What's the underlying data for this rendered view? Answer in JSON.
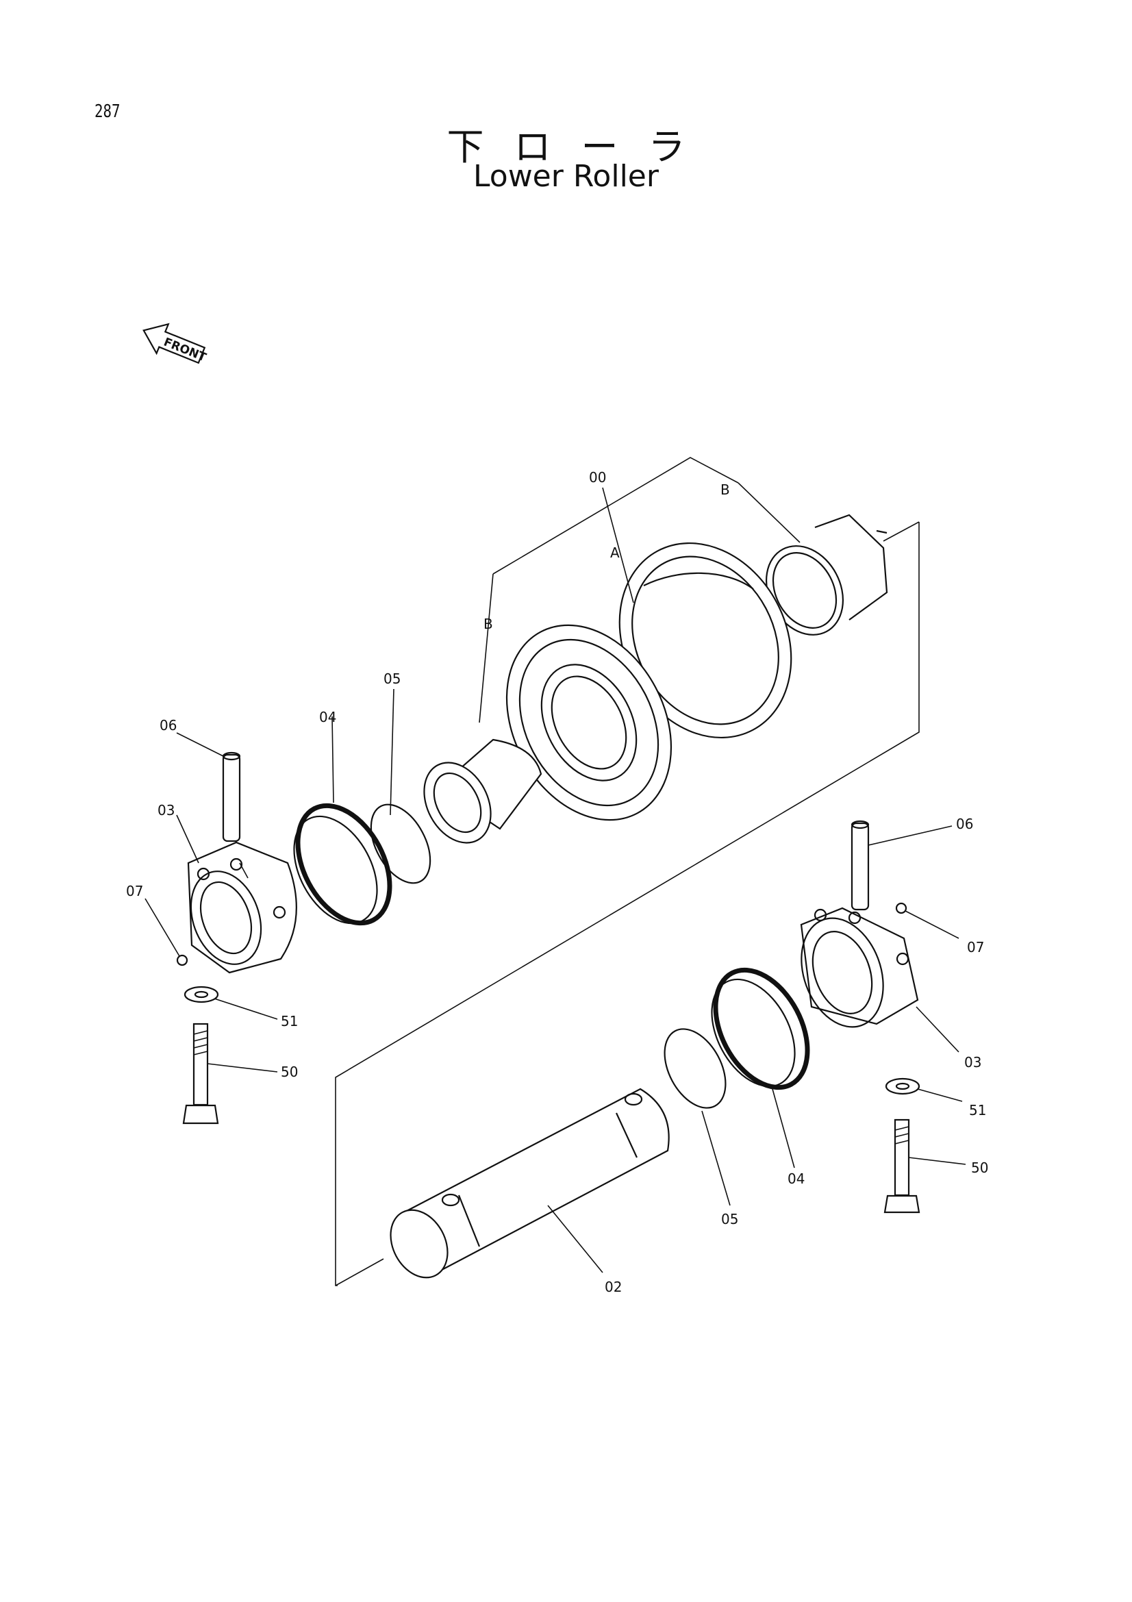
{
  "page_number": "287",
  "title_jp": "下ローラ",
  "title_en": "Lower Roller",
  "front_marker": "FRONT",
  "callouts": {
    "c00": "00",
    "cA": "A",
    "cB1": "B",
    "cB2": "B",
    "c05a": "05",
    "c04a": "04",
    "c06a": "06",
    "c03a": "03",
    "c07a": "07",
    "c51a": "51",
    "c50a": "50",
    "c06b": "06",
    "c07b": "07",
    "c03b": "03",
    "c51b": "51",
    "c50b": "50",
    "c04b": "04",
    "c05b": "05",
    "c02": "02"
  }
}
